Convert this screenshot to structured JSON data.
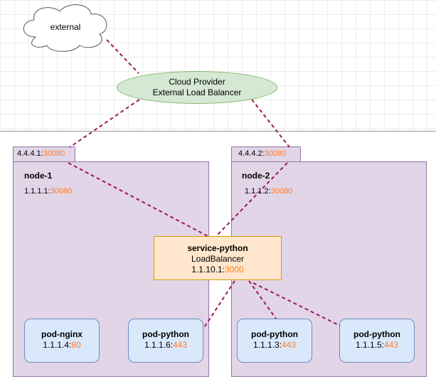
{
  "cloud": {
    "label": "external"
  },
  "load_balancer": {
    "line1": "Cloud Provider",
    "line2": "External Load Balancer"
  },
  "nodes": [
    {
      "tab_ip": "4.4.4.1:",
      "tab_port": "30080",
      "name": "node-1",
      "node_ip": "1.1.1.1:",
      "node_port": "30080"
    },
    {
      "tab_ip": "4.4.4.2:",
      "tab_port": "30080",
      "name": "node-2",
      "node_ip": "1.1.1.2:",
      "node_port": "30080"
    }
  ],
  "service": {
    "name": "service-python",
    "type": "LoadBalancer",
    "ip": "1.1.10.1:",
    "port": "3000"
  },
  "pods": [
    {
      "name": "pod-nginx",
      "ip": "1.1.1.4:",
      "port": "80"
    },
    {
      "name": "pod-python",
      "ip": "1.1.1.6:",
      "port": "443"
    },
    {
      "name": "pod-python",
      "ip": "1.1.1.3:",
      "port": "443"
    },
    {
      "name": "pod-python",
      "ip": "1.1.1.5:",
      "port": "443"
    }
  ],
  "colors": {
    "connector": "#99195a",
    "port_highlight": "#ff7f27",
    "node_fill": "#e1d5e7",
    "pod_fill": "#dae8fc",
    "service_fill": "#ffe6cc",
    "lb_fill": "#d5e8d4"
  }
}
